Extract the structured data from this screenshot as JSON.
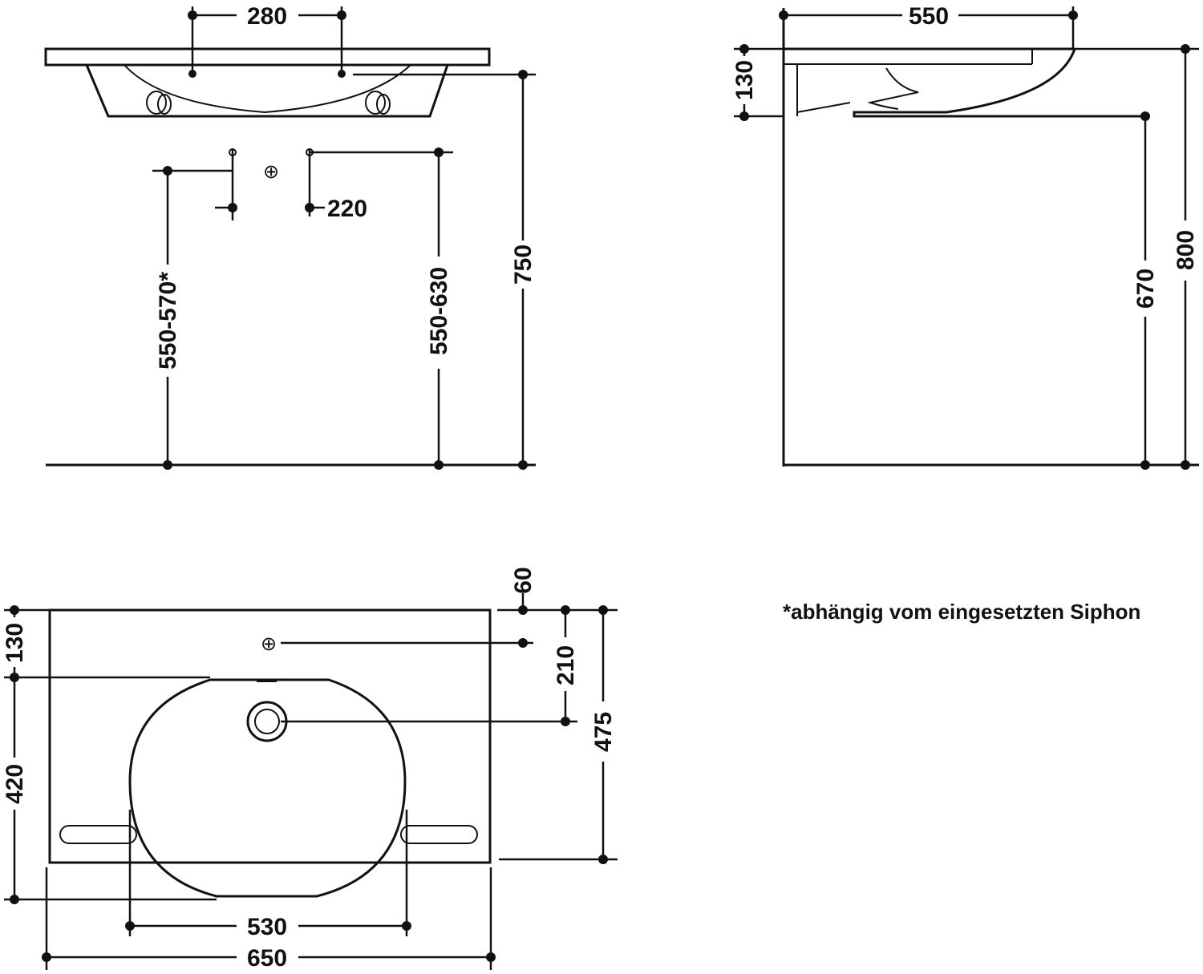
{
  "front_view": {
    "dim_tap_spacing": "280",
    "dim_siphon_drop": "220",
    "dim_siphon_height": "550-570*",
    "dim_drain_height": "550-630",
    "dim_total_height": "750",
    "overflow_symbol": "⊕"
  },
  "side_view": {
    "dim_depth": "550",
    "dim_basin_height": "130",
    "dim_underside_height": "670",
    "dim_total_height": "800"
  },
  "top_view": {
    "dim_offset_top": "60",
    "dim_front_edge": "130",
    "dim_drain_from_wall": "210",
    "dim_bowl_depth": "420",
    "dim_total_depth": "475",
    "dim_bowl_width": "530",
    "dim_total_width": "650",
    "overflow_symbol": "⊕"
  },
  "footnote": "*abhängig vom eingesetzten Siphon"
}
